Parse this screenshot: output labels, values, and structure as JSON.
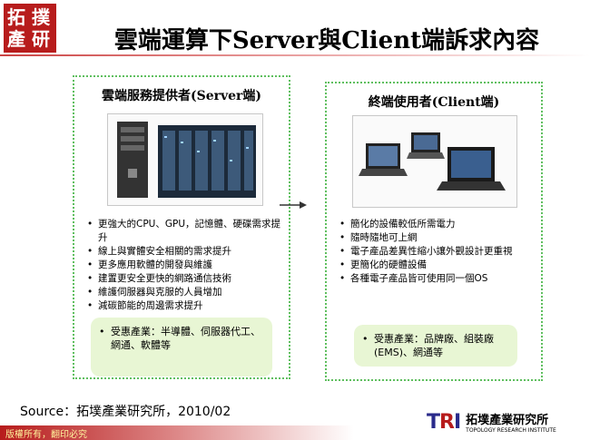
{
  "logo": {
    "line1": "拓 撲",
    "line2": "產 研"
  },
  "title": "雲端運算下Server與Client端訴求內容",
  "left_panel": {
    "title": "雲端服務提供者(Server端)",
    "image_label": "servers",
    "bullets": [
      "更強大的CPU、GPU，記憶體、硬碟需求提升",
      "線上與實體安全相關的需求提升",
      "更多應用軟體的開發與維護",
      "建置更安全更快的網路通信技術",
      "維護伺服器與克服的人員增加",
      "減碳節能的周邊需求提升"
    ],
    "benefit": "受惠產業：半導體、伺服器代工、網通、軟體等"
  },
  "right_panel": {
    "title": "終端使用者(Client端)",
    "image_label": "laptops",
    "bullets": [
      "簡化的設備較低所需電力",
      "隨時隨地可上網",
      "電子產品差異性縮小讓外觀設計更重視",
      "更簡化的硬體設備",
      "各種電子產品皆可使用同一個OS"
    ],
    "benefit": "受惠產業：品牌廠、組裝廠(EMS)、網通等"
  },
  "source": "Source：拓墣產業研究所，2010/02",
  "copyright": "版權所有，翻印必究",
  "tri": {
    "mark_t": "T",
    "mark_r": "R",
    "mark_i": "I",
    "cn": "拓墣產業研究所",
    "en": "TOPOLOGY RESEARCH INSTITUTE"
  },
  "colors": {
    "brand_red": "#b71c1c",
    "panel_border": "#5fbf5f",
    "benefit_bg": "#e8f6d4"
  }
}
